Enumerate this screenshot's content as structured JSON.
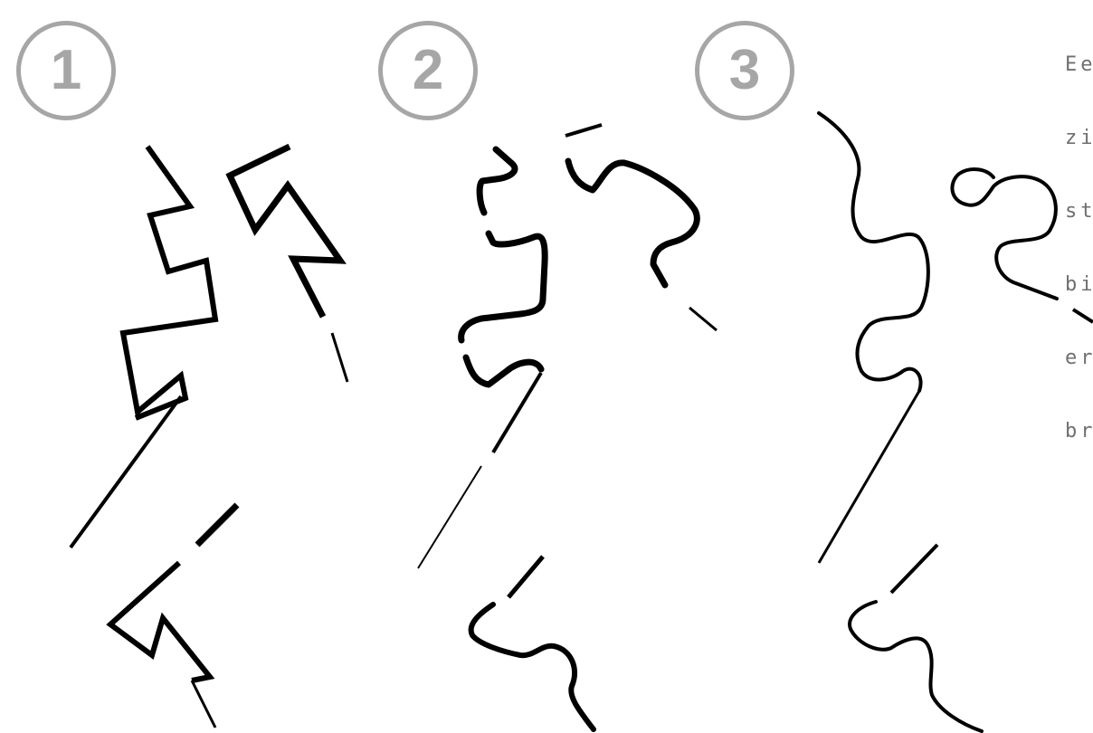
{
  "steps": [
    {
      "label": "1"
    },
    {
      "label": "2"
    },
    {
      "label": "3"
    }
  ],
  "caption_lines": [
    "Ee",
    "zi",
    "st",
    "bi",
    "er",
    "br"
  ],
  "colors": {
    "badge": "#a6a6a6",
    "caption": "#6f6f6f",
    "stroke": "#000000"
  }
}
